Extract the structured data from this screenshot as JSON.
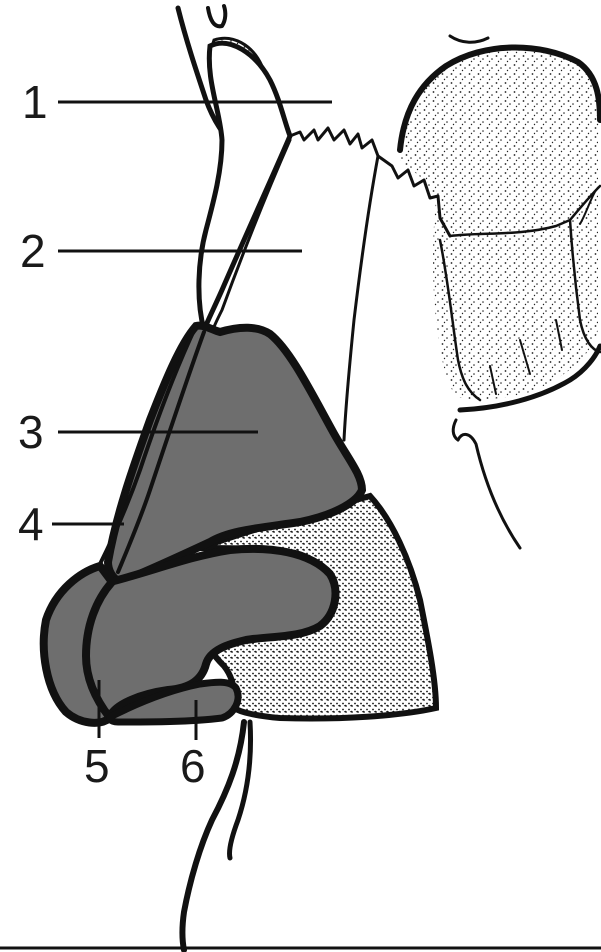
{
  "labels": [
    {
      "id": "1",
      "text": "1"
    },
    {
      "id": "2",
      "text": "2"
    },
    {
      "id": "3",
      "text": "3"
    },
    {
      "id": "4",
      "text": "4"
    },
    {
      "id": "5",
      "text": "5"
    },
    {
      "id": "6",
      "text": "6"
    }
  ],
  "colors": {
    "cartilage_fill": "#6e6e6e",
    "ink": "#111111",
    "stipple": "#222222"
  }
}
